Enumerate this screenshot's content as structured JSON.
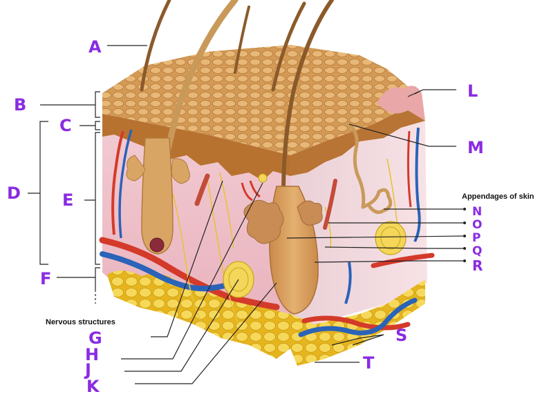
{
  "diagram": {
    "captions": {
      "appendages": "Appendages of skin",
      "nervous": "Nervous structures"
    },
    "labels": {
      "A": "A",
      "B": "B",
      "C": "C",
      "D": "D",
      "E": "E",
      "F": "F",
      "G": "G",
      "H": "H",
      "J": "J",
      "K": "K",
      "L": "L",
      "M": "M",
      "N": "N",
      "O": "O",
      "P": "P",
      "Q": "Q",
      "R": "R",
      "S": "S",
      "T": "T"
    },
    "colors": {
      "label": "#8a2be2",
      "epidermis": "#c8853e",
      "dermis": "#efc4cc",
      "hypodermis_fat": "#f2cf45",
      "artery": "#d43a2a",
      "vein": "#2a63b8",
      "nerve": "#e8c23a",
      "hair": "#8b5a2b"
    }
  }
}
